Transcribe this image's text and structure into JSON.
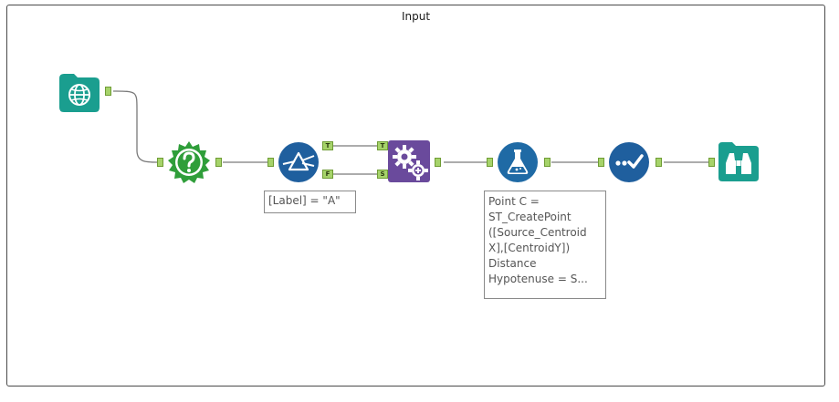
{
  "container": {
    "title": "Input"
  },
  "colors": {
    "input_tool": "#1a9e8f",
    "formula_tool": "#1f6aa5",
    "macro_tool": "#6a4a9c",
    "output_tool": "#1a9e8f",
    "anchor": "#a6d36a",
    "wire": "#7a7a7a"
  },
  "tools": [
    {
      "name": "input-data",
      "icon": "globe-icon"
    },
    {
      "name": "test-tool",
      "icon": "question-icon"
    },
    {
      "name": "filter-tool",
      "icon": "filter-prism-icon"
    },
    {
      "name": "macro-tool",
      "icon": "gears-icon"
    },
    {
      "name": "formula-tool",
      "icon": "flask-icon"
    },
    {
      "name": "select-tool",
      "icon": "check-icon"
    },
    {
      "name": "browse-tool",
      "icon": "binoculars-icon"
    }
  ],
  "filter": {
    "true_label": "T",
    "false_label": "F",
    "annotation": "[Label] = \"A\""
  },
  "macro": {
    "input_t_label": "T",
    "input_s_label": "S"
  },
  "formula": {
    "annotation_lines": [
      "Point C =",
      "ST_CreatePoint",
      "([Source_Centroid",
      "X],[CentroidY])",
      "Distance",
      "Hypotenuse = S..."
    ]
  }
}
